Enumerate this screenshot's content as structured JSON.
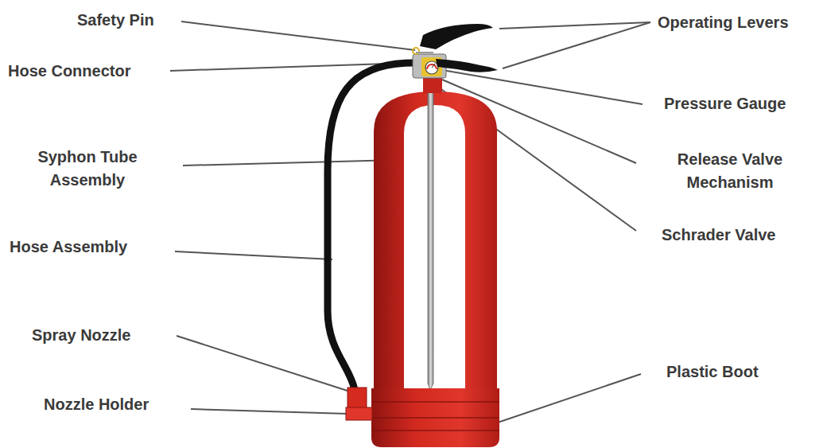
{
  "diagram": {
    "labels": [
      "Safety Pin",
      "Hose Connector",
      "Syphon Tube Assembly",
      "Hose Assembly",
      "Spray Nozzle",
      "Nozzle Holder",
      "Operating Levers",
      "Pressure Gauge",
      "Release Valve Mechanism",
      "Schrader Valve",
      "Plastic Boot"
    ]
  }
}
